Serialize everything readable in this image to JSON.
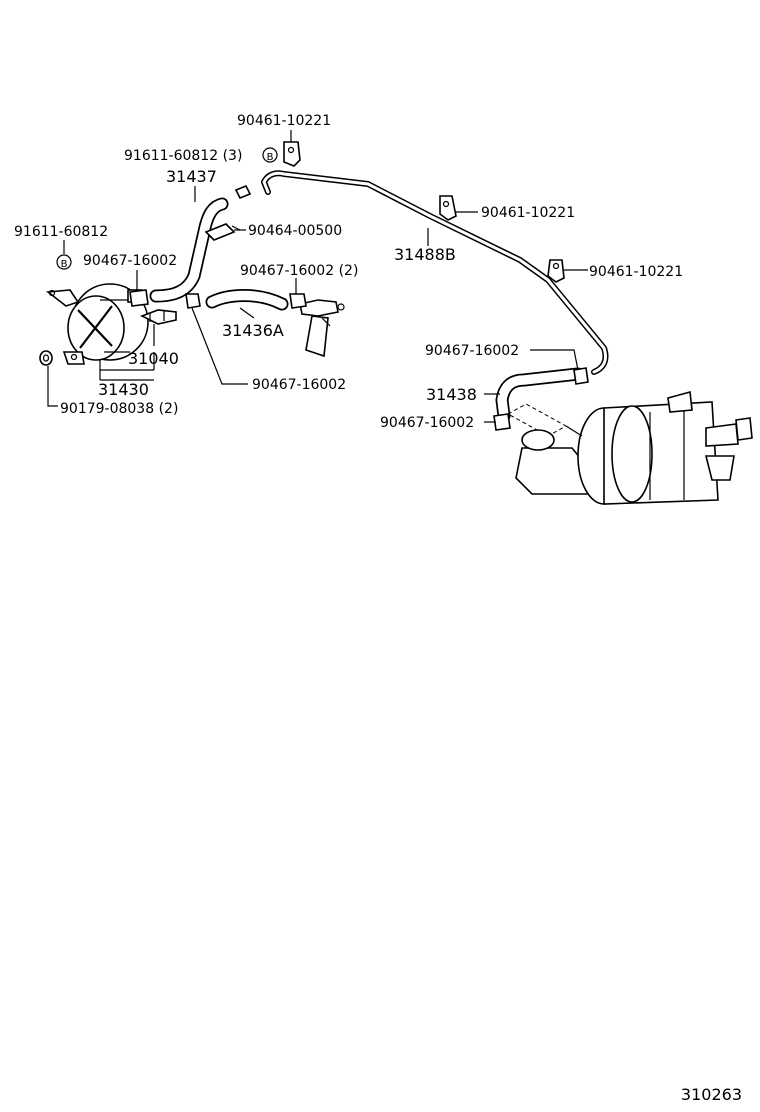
{
  "diagram_id": "310263",
  "symbols": {
    "B": "B"
  },
  "labels": {
    "l_90461_top": "90461-10221",
    "l_91611_3": "91611-60812 (3)",
    "l_31437": "31437",
    "l_90464": "90464-00500",
    "l_90461_mid": "90461-10221",
    "l_31488B": "31488B",
    "l_90461_right": "90461-10221",
    "l_91611": "91611-60812",
    "l_90467_a": "90467-16002",
    "l_90467_2": "90467-16002 (2)",
    "l_31436A": "31436A",
    "l_31040": "31040",
    "l_31430": "31430",
    "l_90467_b": "90467-16002",
    "l_90179": "90179-08038 (2)",
    "l_90467_c": "90467-16002",
    "l_31438": "31438",
    "l_90467_d": "90467-16002"
  }
}
